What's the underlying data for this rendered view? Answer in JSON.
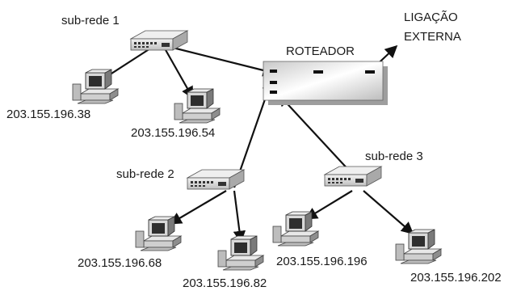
{
  "router": {
    "label": "ROTEADOR"
  },
  "external_link": {
    "line1": "LIGAÇÃO",
    "line2": "EXTERNA"
  },
  "subnets": [
    {
      "label": "sub-rede 1",
      "hosts": [
        "203.155.196.38",
        "203.155.196.54"
      ]
    },
    {
      "label": "sub-rede 2",
      "hosts": [
        "203.155.196.68",
        "203.155.196.82"
      ]
    },
    {
      "label": "sub-rede 3",
      "hosts": [
        "203.155.196.196",
        "203.155.196.202"
      ]
    }
  ],
  "colors": {
    "line": "#111111",
    "device": "#d9d9d9",
    "shadow": "#9a9a9a",
    "router_face": "#e4e4e4"
  }
}
